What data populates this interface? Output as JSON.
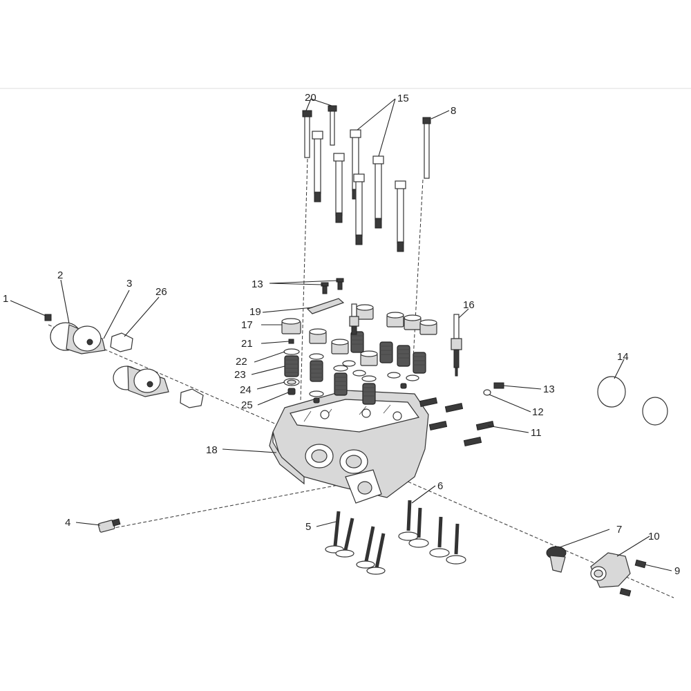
{
  "diagram": {
    "callouts": [
      {
        "id": "1",
        "text": "1"
      },
      {
        "id": "2",
        "text": "2"
      },
      {
        "id": "3",
        "text": "3"
      },
      {
        "id": "4",
        "text": "4"
      },
      {
        "id": "5",
        "text": "5"
      },
      {
        "id": "6",
        "text": "6"
      },
      {
        "id": "7",
        "text": "7"
      },
      {
        "id": "8",
        "text": "8"
      },
      {
        "id": "9",
        "text": "9"
      },
      {
        "id": "10",
        "text": "10"
      },
      {
        "id": "11",
        "text": "11"
      },
      {
        "id": "12",
        "text": "12"
      },
      {
        "id": "13a",
        "text": "13"
      },
      {
        "id": "13b",
        "text": "13"
      },
      {
        "id": "14",
        "text": "14"
      },
      {
        "id": "15",
        "text": "15"
      },
      {
        "id": "16",
        "text": "16"
      },
      {
        "id": "17",
        "text": "17"
      },
      {
        "id": "18",
        "text": "18"
      },
      {
        "id": "19",
        "text": "19"
      },
      {
        "id": "20",
        "text": "20"
      },
      {
        "id": "21",
        "text": "21"
      },
      {
        "id": "22",
        "text": "22"
      },
      {
        "id": "23",
        "text": "23"
      },
      {
        "id": "24",
        "text": "24"
      },
      {
        "id": "25",
        "text": "25"
      },
      {
        "id": "26",
        "text": "26"
      }
    ]
  }
}
